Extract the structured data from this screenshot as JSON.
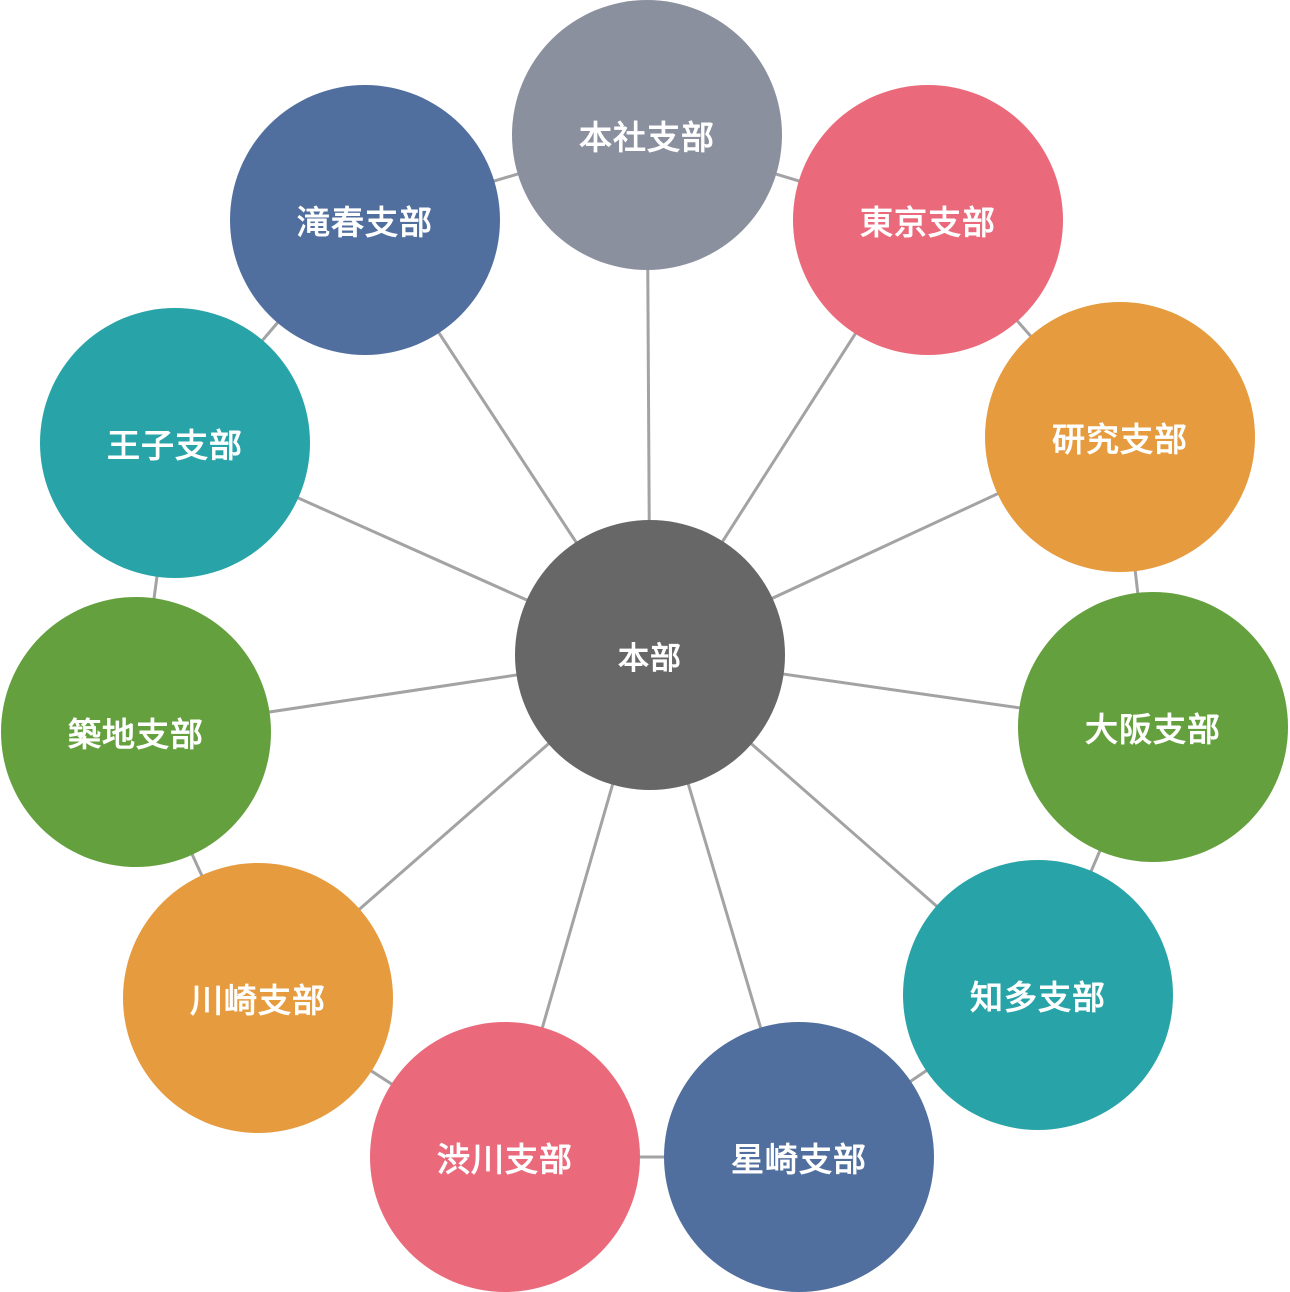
{
  "diagram": {
    "hub": {
      "label": "本部",
      "color": "#676767"
    },
    "line_color": "#a3a3a5",
    "branches": [
      {
        "id": "honsha",
        "label": "本社支部",
        "color": "#8b909f"
      },
      {
        "id": "tokyo",
        "label": "東京支部",
        "color": "#ea6a7b"
      },
      {
        "id": "kenkyu",
        "label": "研究支部",
        "color": "#e69b3e"
      },
      {
        "id": "osaka",
        "label": "大阪支部",
        "color": "#65a03e"
      },
      {
        "id": "chita",
        "label": "知多支部",
        "color": "#28a4a8"
      },
      {
        "id": "hoshizaki",
        "label": "星崎支部",
        "color": "#516f9e"
      },
      {
        "id": "shibukawa",
        "label": "渋川支部",
        "color": "#ea6a7b"
      },
      {
        "id": "kawasaki",
        "label": "川崎支部",
        "color": "#e69b3e"
      },
      {
        "id": "tsukiji",
        "label": "築地支部",
        "color": "#65a03e"
      },
      {
        "id": "oji",
        "label": "王子支部",
        "color": "#28a4a8"
      },
      {
        "id": "takiharu",
        "label": "滝春支部",
        "color": "#516f9e"
      }
    ]
  }
}
